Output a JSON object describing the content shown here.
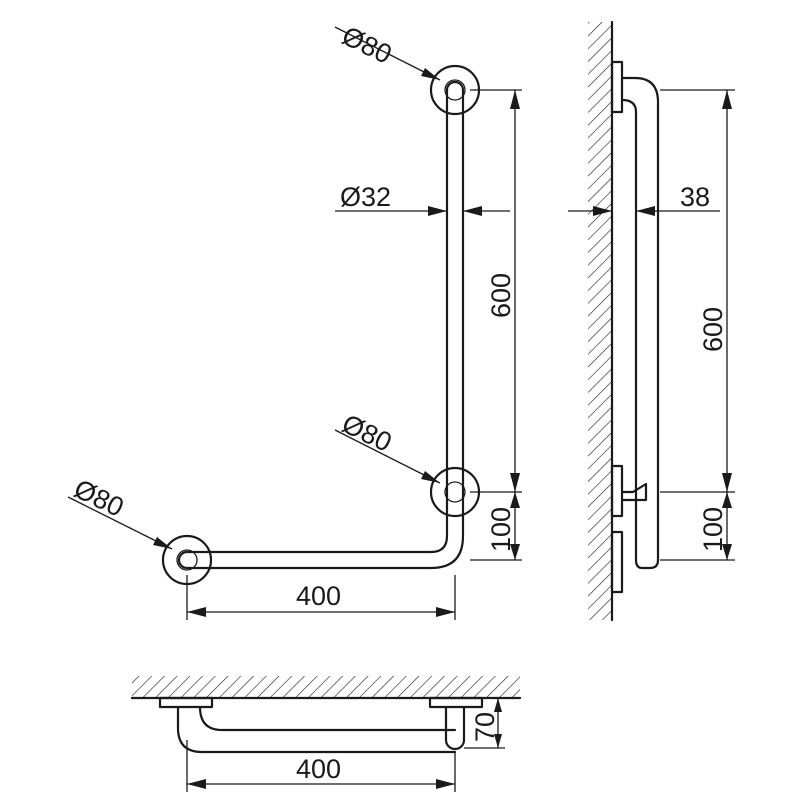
{
  "front_view": {
    "diameter_top": "Ø80",
    "diameter_tube": "Ø32",
    "diameter_middle": "Ø80",
    "diameter_left": "Ø80",
    "height_upper": "600",
    "height_lower": "100",
    "width": "400"
  },
  "side_view": {
    "offset": "38",
    "height_upper": "600",
    "height_lower": "100"
  },
  "top_view": {
    "depth": "70",
    "width": "400"
  }
}
